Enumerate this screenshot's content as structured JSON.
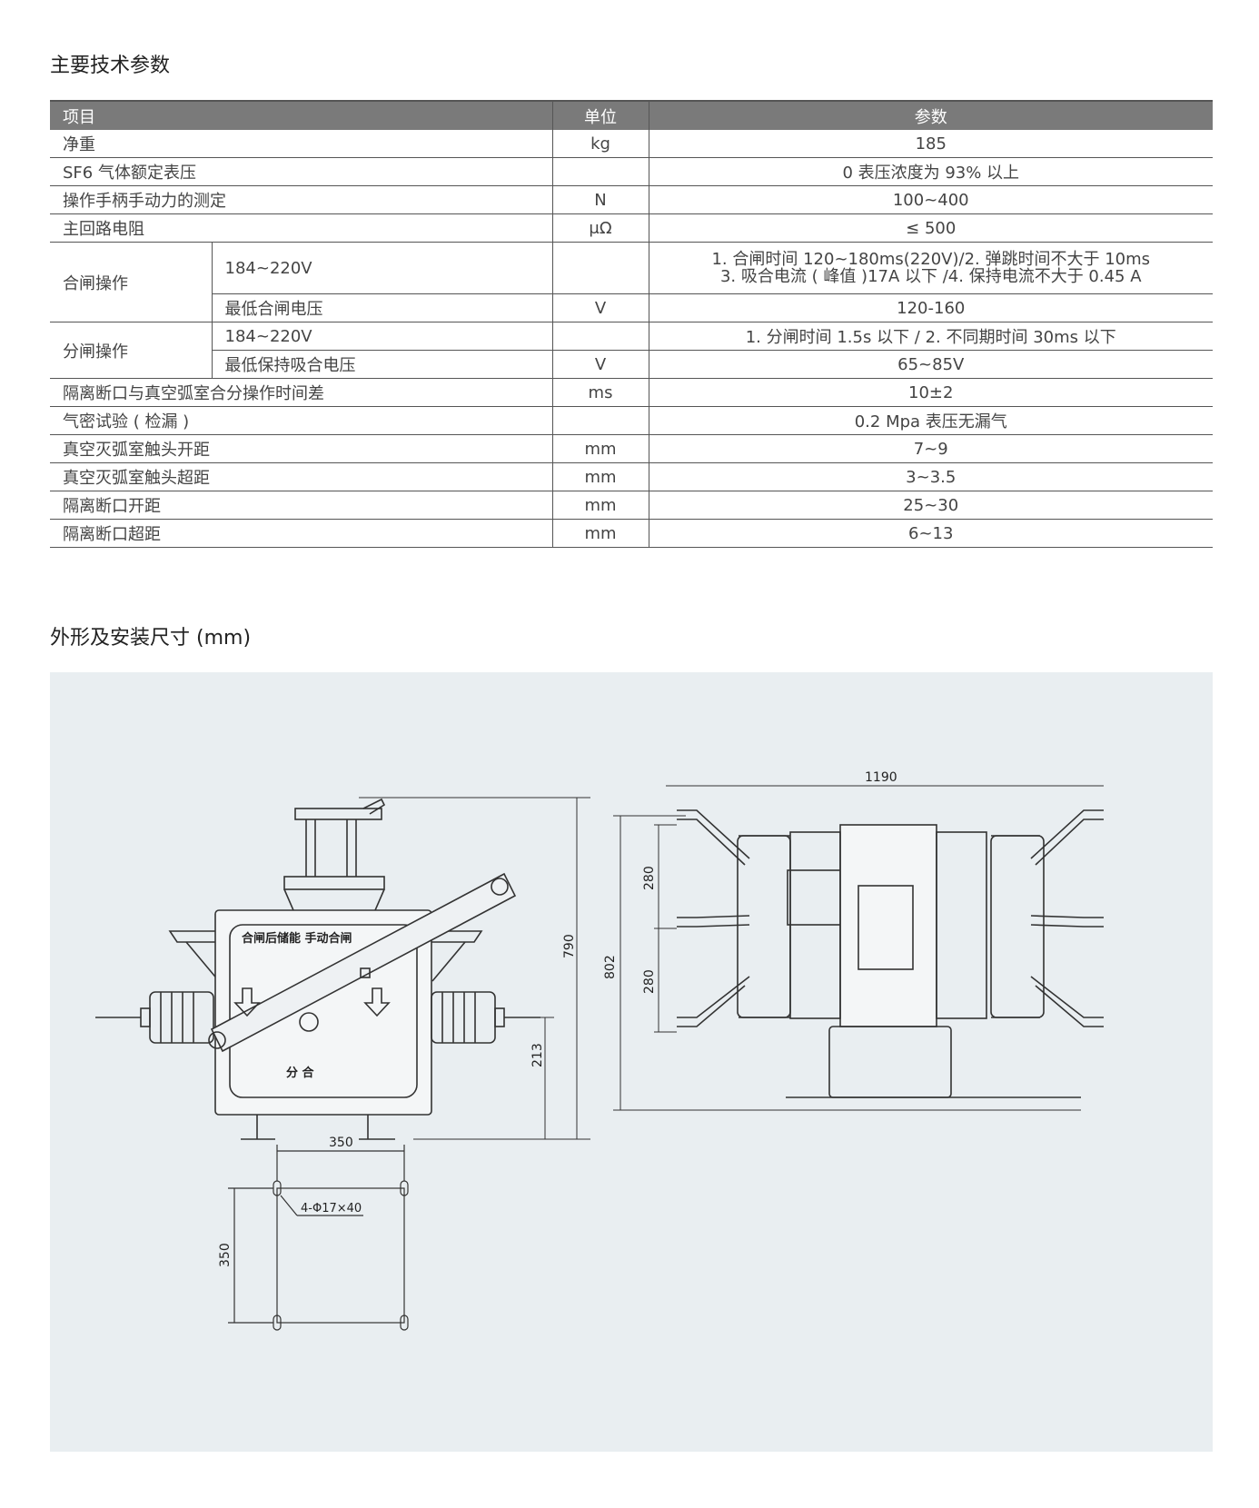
{
  "spec_section": {
    "title": "主要技术参数",
    "headers": {
      "item": "项目",
      "unit": "单位",
      "value": "参数"
    },
    "rows": [
      {
        "item": "净重",
        "unit": "kg",
        "value": "185"
      },
      {
        "item": "SF6 气体额定表压",
        "unit": "",
        "value": "0 表压浓度为 93% 以上"
      },
      {
        "item": "操作手柄手动力的测定",
        "unit": "N",
        "value": "100~400"
      },
      {
        "item": "主回路电阻",
        "unit": "μΩ",
        "value": "≤ 500"
      }
    ],
    "closing": {
      "label": "合闸操作",
      "sub1": {
        "item": "184~220V",
        "unit": "",
        "value1": "1. 合闸时间 120~180ms(220V)/2. 弹跳时间不大于 10ms",
        "value2": "3. 吸合电流 ( 峰值 )17A 以下 /4. 保持电流不大于 0.45 A"
      },
      "sub2": {
        "item": "最低合闸电压",
        "unit": "V",
        "value": "120-160"
      }
    },
    "opening": {
      "label": "分闸操作",
      "sub1": {
        "item": "184~220V",
        "unit": "",
        "value": "1. 分闸时间 1.5s 以下 / 2. 不同期时间 30ms 以下"
      },
      "sub2": {
        "item": "最低保持吸合电压",
        "unit": "V",
        "value": "65~85V"
      }
    },
    "rows2": [
      {
        "item": "隔离断口与真空弧室合分操作时间差",
        "unit": "ms",
        "value": "10±2"
      },
      {
        "item": "气密试验 ( 检漏 )",
        "unit": "",
        "value": "0.2 Mpa 表压无漏气"
      },
      {
        "item": "真空灭弧室触头开距",
        "unit": "mm",
        "value": "7~9"
      },
      {
        "item": "真空灭弧室触头超距",
        "unit": "mm",
        "value": "3~3.5"
      },
      {
        "item": "隔离断口开距",
        "unit": "mm",
        "value": "25~30"
      },
      {
        "item": "隔离断口超距",
        "unit": "mm",
        "value": "6~13"
      }
    ]
  },
  "dimension_section": {
    "title": "外形及安装尺寸 (mm)",
    "front_view": {
      "panel_text": "合闸后储能  手动合闸",
      "switch_text": "分 合",
      "height_dim": "790",
      "base_dim": "213"
    },
    "side_view": {
      "width_dim": "1190",
      "height_dim": "802",
      "spacing_top": "280",
      "spacing_bottom": "280"
    },
    "mount_view": {
      "width_dim": "350",
      "height_dim": "350",
      "hole_note": "4-Φ17×40"
    }
  }
}
